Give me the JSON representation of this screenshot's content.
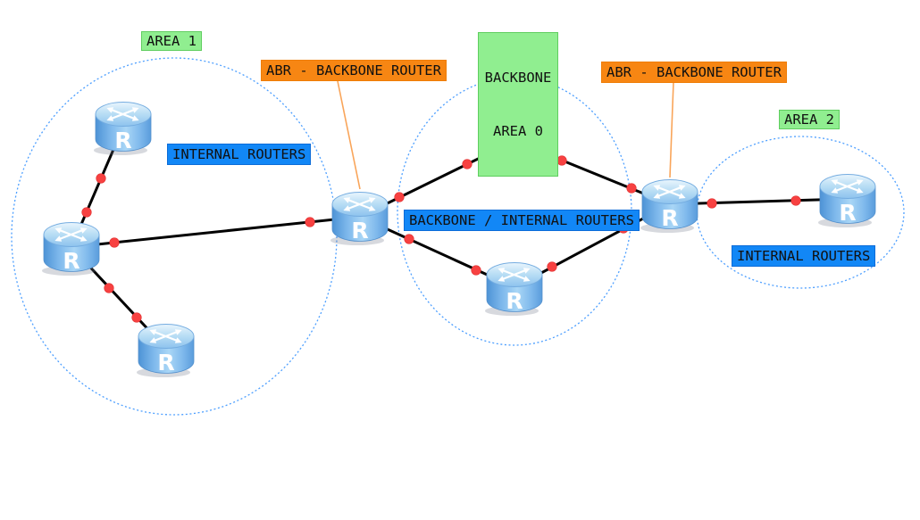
{
  "labels": {
    "area1": "AREA 1",
    "area0_line1": "BACKBONE",
    "area0_line2": "AREA 0",
    "area2": "AREA 2",
    "abr_left": "ABR - BACKBONE ROUTER",
    "abr_right": "ABR - BACKBONE ROUTER",
    "internal_area1": "INTERNAL ROUTERS",
    "backbone_internal": "BACKBONE / INTERNAL ROUTERS",
    "internal_area2": "INTERNAL ROUTERS"
  },
  "router": {
    "letter": "R"
  },
  "colors": {
    "area_label_bg": "#90EE90",
    "abr_label_bg": "#F78613",
    "router_label_bg": "#1287F6",
    "label_text": "#111111",
    "area_boundary": "#4D9FFF",
    "link_line": "#000000",
    "junction_dot": "#F74141",
    "callout_line": "#F9A55A",
    "router_body": "#7FB9EC"
  },
  "topology": {
    "areas": [
      {
        "name": "AREA 1",
        "role_label": "INTERNAL ROUTERS",
        "router_count": 3
      },
      {
        "name": "BACKBONE AREA 0",
        "role_label": "BACKBONE / INTERNAL ROUTERS",
        "router_count": 2
      },
      {
        "name": "AREA 2",
        "role_label": "INTERNAL ROUTERS",
        "router_count": 1
      }
    ],
    "abr_count": 2,
    "nodes": [
      "router-area1-top",
      "router-area1-mid",
      "router-area1-bottom",
      "router-abr-left",
      "router-area0-top",
      "router-area0-bottom",
      "router-abr-right",
      "router-area2"
    ],
    "links": [
      [
        "router-area1-top",
        "router-area1-mid"
      ],
      [
        "router-area1-mid",
        "router-area1-bottom"
      ],
      [
        "router-area1-mid",
        "router-abr-left"
      ],
      [
        "router-abr-left",
        "router-area0-top"
      ],
      [
        "router-area0-top",
        "router-abr-right"
      ],
      [
        "router-abr-left",
        "router-area0-bottom"
      ],
      [
        "router-area0-bottom",
        "router-abr-right"
      ],
      [
        "router-abr-right",
        "router-area2"
      ]
    ]
  }
}
